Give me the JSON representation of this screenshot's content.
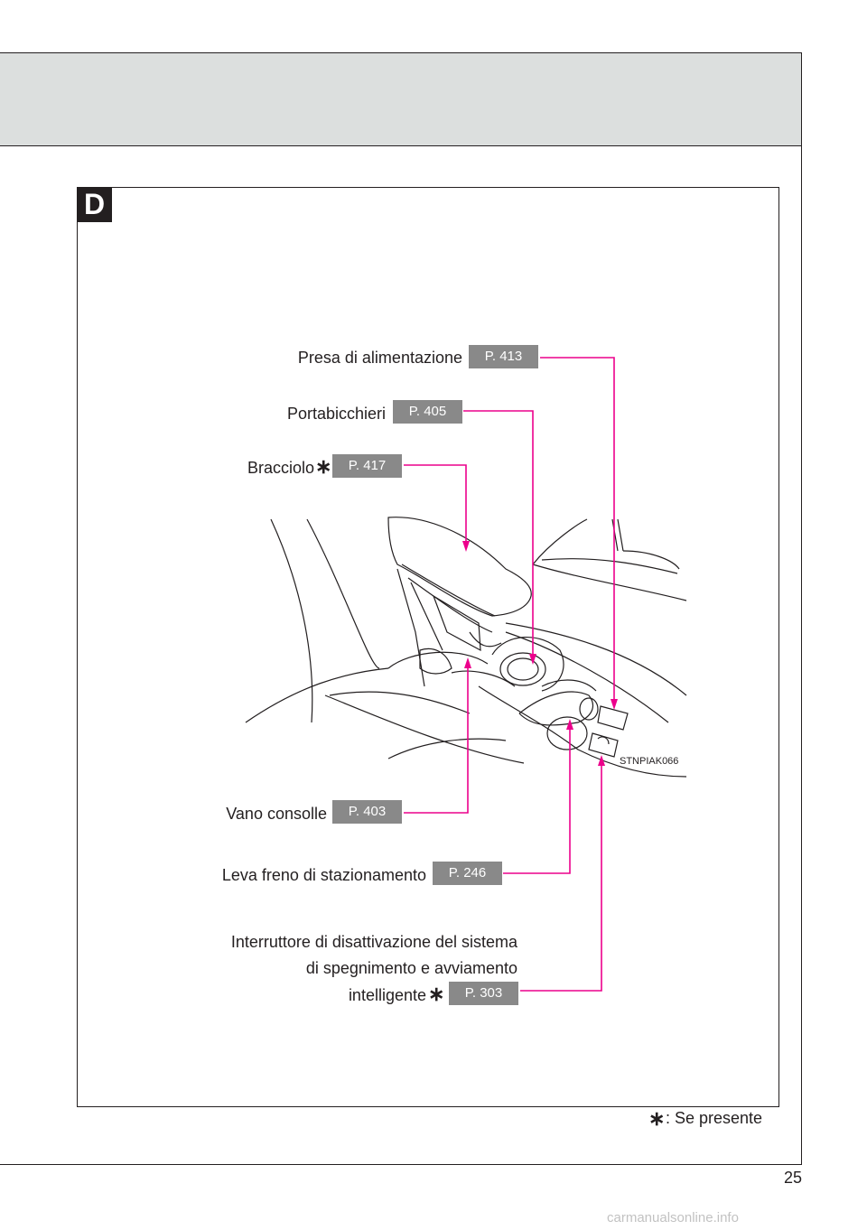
{
  "section_letter": "D",
  "labels": {
    "presa": {
      "text": "Presa di alimentazione",
      "page": "P. 413"
    },
    "portabicchieri": {
      "text": "Portabicchieri",
      "page": "P. 405"
    },
    "bracciolo": {
      "text": "Bracciolo",
      "page": "P. 417"
    },
    "vano": {
      "text": "Vano consolle",
      "page": "P. 403"
    },
    "leva": {
      "text": "Leva freno di stazionamento",
      "page": "P. 246"
    },
    "interruttore": {
      "line1": "Interruttore di disattivazione del sistema",
      "line2": "di spegnimento e avviamento",
      "line3": "intelligente",
      "page": "P. 303"
    }
  },
  "asterisk": "∗",
  "image_code": "STNPIAK066",
  "footnote": ": Se presente",
  "page_number": "25",
  "watermark": "carmanualsonline.info",
  "colors": {
    "leader": "#ec008c",
    "badge": "#898989",
    "header_band": "#dcdfde"
  }
}
